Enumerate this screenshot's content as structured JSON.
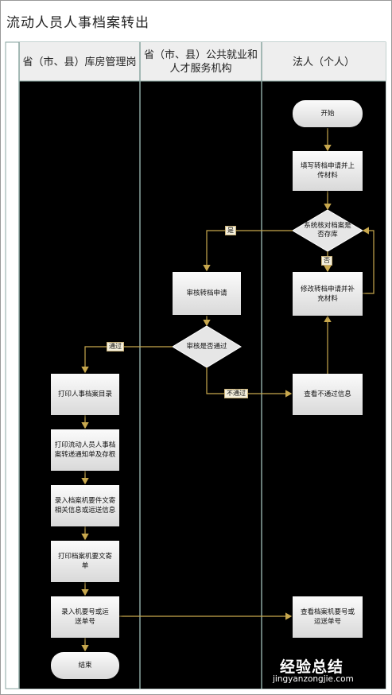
{
  "title": "流动人员人事档案转出",
  "lanes": [
    {
      "label": "省（市、县）库房管理岗"
    },
    {
      "label": "省（市、县）公共就业和人才服务机构"
    },
    {
      "label": "法人（个人）"
    }
  ],
  "nodes": {
    "start": "开始",
    "fill_apply": "填写转档申请并上传材料",
    "sys_check": "系统核对档案是否存库",
    "review_apply": "审核转档申请",
    "modify_apply": "修改转档申请并补充材料",
    "review_pass": "审核是否通过",
    "print_catalog": "打印人事档案目录",
    "print_notice": "打印流动人员人事档案转递通知单及存根",
    "enter_info": "录入档案机要件文寄相关信息或运送信息",
    "print_doc": "打印档案机要文寄单",
    "enter_no": "录入机要号或运送单号",
    "view_fail": "查看不通过信息",
    "view_no": "查看档案机要号或运送单号",
    "end": "结束"
  },
  "edge_labels": {
    "yes": "是",
    "no": "否",
    "pass": "通过",
    "fail": "不通过"
  },
  "watermark": {
    "brand": "经验总结",
    "url": "jingyanzongjie.com"
  },
  "colors": {
    "lane_bg": "#000000",
    "header_bg": "#eeeeee",
    "arrow": "#c8a84e",
    "separator": "#8aa6a0"
  }
}
